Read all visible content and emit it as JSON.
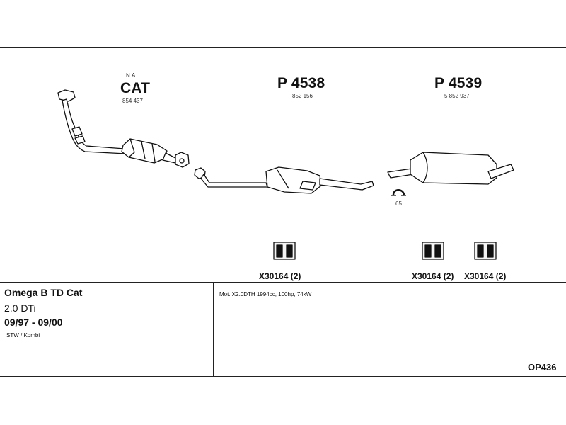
{
  "labels": {
    "cat_prefix": "N.A.",
    "cat_title": "CAT",
    "cat_ref": "854 437",
    "p1_title": "P 4538",
    "p1_ref": "852 156",
    "p2_title": "P 4539",
    "p2_ref": "5 852 937",
    "clamp_ref": "65"
  },
  "mounts": [
    {
      "label": "X30164 (2)"
    },
    {
      "label": "X30164 (2)"
    },
    {
      "label": "X30164 (2)"
    }
  ],
  "info": {
    "model": "Omega B TD Cat",
    "engine": "2.0 DTi",
    "years": "09/97 - 09/00",
    "body": "STW / Kombi",
    "spec": "Mot. X2.0DTH 1994cc, 100hp, 74kW",
    "code": "OP436"
  }
}
